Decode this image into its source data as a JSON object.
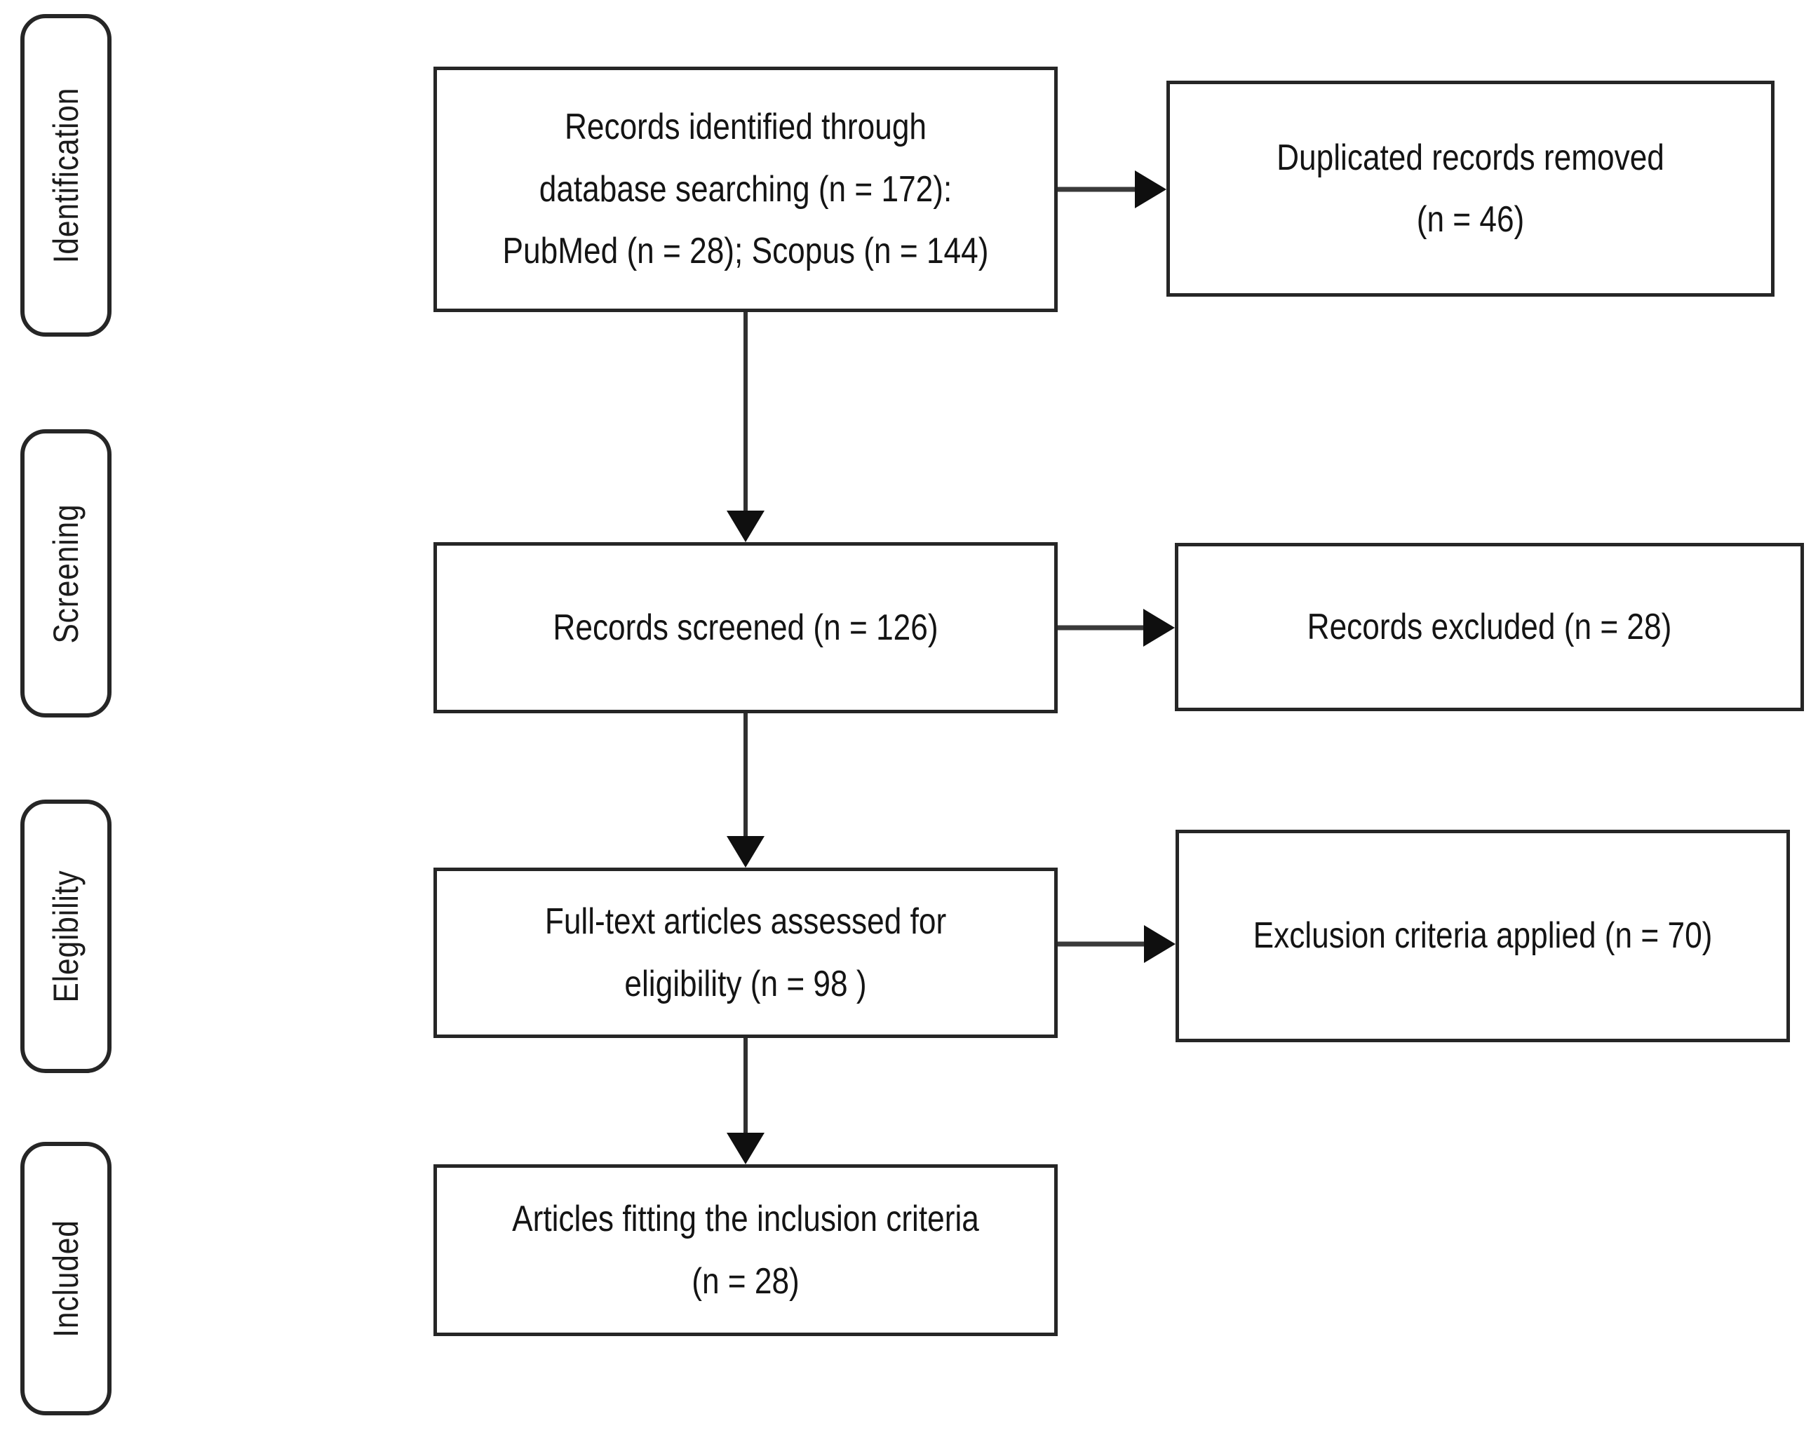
{
  "diagram": {
    "stages": [
      {
        "label": "Identification"
      },
      {
        "label": "Screening"
      },
      {
        "label": "Elegibility"
      },
      {
        "label": "Included"
      }
    ],
    "boxes": {
      "identified": {
        "text": "Records identified through\ndatabase searching (n = 172):\nPubMed (n = 28); Scopus (n = 144)"
      },
      "duplicates_removed": {
        "text": "Duplicated records removed\n(n = 46)"
      },
      "screened": {
        "text": "Records screened (n = 126)"
      },
      "records_excluded": {
        "text": "Records excluded (n = 28)"
      },
      "fulltext_assessed": {
        "text": "Full-text articles assessed for\neligibility (n = 98 )"
      },
      "exclusion_applied": {
        "text": "Exclusion criteria applied (n = 70)"
      },
      "included_articles": {
        "text": "Articles fitting the inclusion criteria\n(n = 28)"
      }
    },
    "colors": {
      "background": "#ffffff",
      "box_border": "#262626",
      "arrow_line": "#3a3a3a",
      "arrowhead": "#0f0f0f",
      "text": "#141414"
    }
  }
}
